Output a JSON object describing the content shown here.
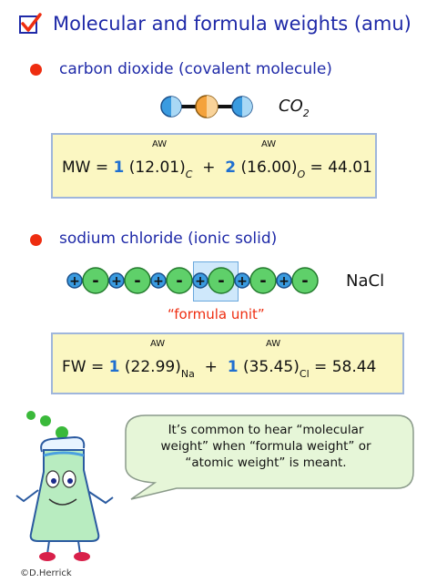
{
  "title": "Molecular and formula weights (amu)",
  "icons": {
    "title_checkbox": "checked-checkbox-icon",
    "bullet": "red-dot-icon"
  },
  "colors": {
    "accent_blue": "#1f2aa8",
    "bullet_red": "#ee2d10",
    "box_fill": "#fbf7c2",
    "box_border": "#9fb6dc",
    "number_blue": "#1f6fd0"
  },
  "co2_section": {
    "heading": "carbon dioxide (covalent molecule)",
    "formula": "CO",
    "formula_sub": "2",
    "equation": {
      "lhs": "MW =",
      "coef1": "1",
      "term1": "(12.01)",
      "sub1": "C",
      "aw1": "AW",
      "plus": "+",
      "coef2": "2",
      "term2": "(16.00)",
      "sub2": "O",
      "aw2": "AW",
      "result": "= 44.01"
    }
  },
  "nacl_section": {
    "heading": "sodium chloride (ionic solid)",
    "formula": "NaCl",
    "chain": [
      "+",
      "-",
      "+",
      "-",
      "+",
      "-",
      "+",
      "-",
      "+",
      "-",
      "+",
      "-"
    ],
    "unit_label": "“formula unit”",
    "equation": {
      "lhs": "FW =",
      "coef1": "1",
      "term1": "(22.99)",
      "sub1": "Na",
      "aw1": "AW",
      "plus": "+",
      "coef2": "1",
      "term2": "(35.45)",
      "sub2": "Cl",
      "aw2": "AW",
      "result": "= 58.44"
    }
  },
  "speech_bubble": {
    "line1": "It’s common to hear “molecular",
    "line2": "weight” when “formula weight” or",
    "line3": "“atomic weight” is meant."
  },
  "credit": "©D.Herrick"
}
